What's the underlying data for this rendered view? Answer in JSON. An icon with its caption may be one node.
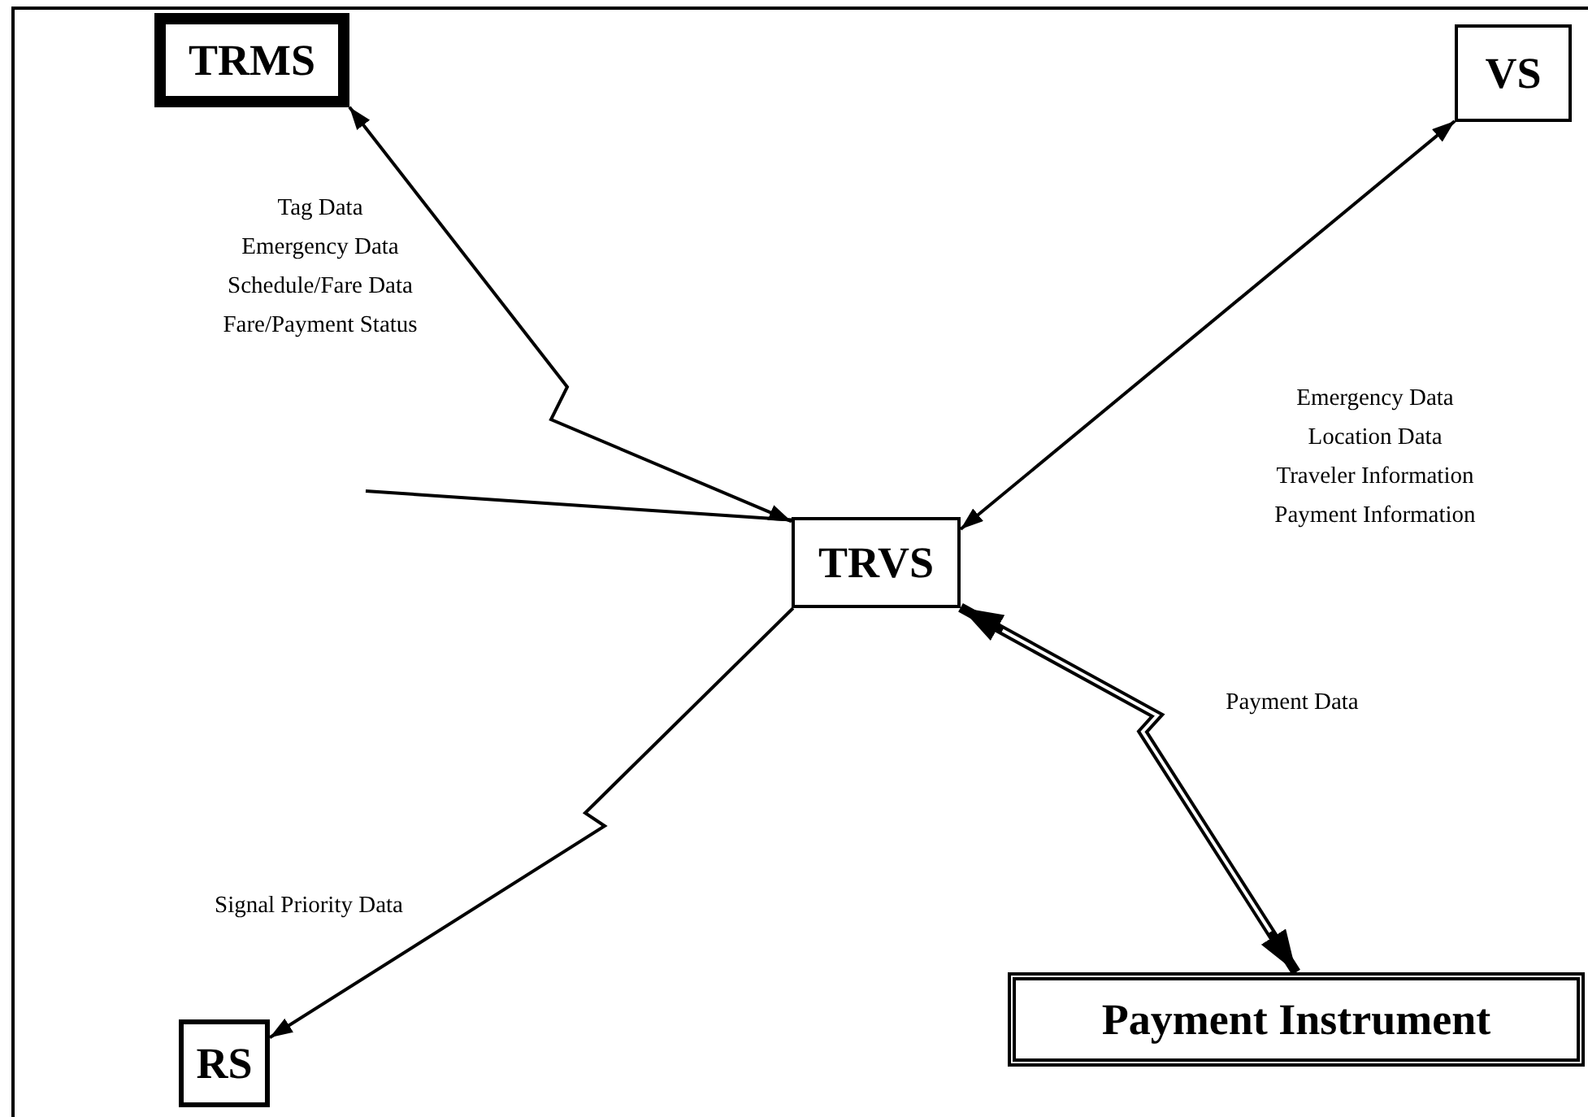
{
  "diagram": {
    "nodes": [
      {
        "text": [
          "TRMS"
        ]
      },
      {
        "text": [
          "VS"
        ]
      },
      {
        "text": [
          "TRVS"
        ]
      },
      {
        "text": [
          "RS"
        ]
      },
      {
        "text": [
          "Payment Instrument"
        ]
      }
    ],
    "edges": [
      {
        "from": 0,
        "to": 2,
        "arrow": "both",
        "label": "Tag Data Emergency Data Schedule/Fare Data Fare/Payment Status"
      },
      {
        "from": 1,
        "to": 2,
        "arrow": "both",
        "label": "Emergency Data Location Data Traveler Information Payment Information"
      },
      {
        "from": 2,
        "to": 3,
        "arrow": "to",
        "label": "Signal Priority Data"
      },
      {
        "from": 2,
        "to": 4,
        "arrow": "both",
        "label": "Payment Data",
        "style": "thick"
      },
      {
        "from": null,
        "to": 2,
        "arrow": "none"
      }
    ]
  }
}
